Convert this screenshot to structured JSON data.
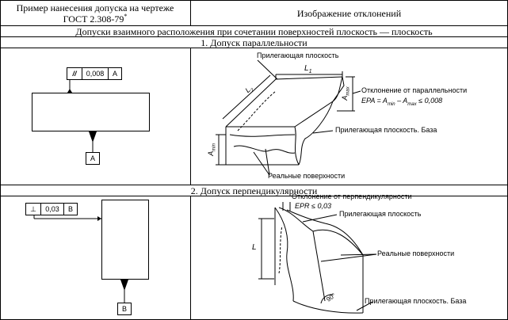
{
  "header": {
    "left_line1": "Пример нанесения допуска на чертеже",
    "left_line2": "ГОСТ 2.308-79",
    "left_sup": "*",
    "right": "Изображение отклонений"
  },
  "group_title": "Допуски взаимного расположения при сочетании поверхностей плоскость — плоскость",
  "section1": {
    "title": "1. Допуск параллельности",
    "frame": {
      "symbol": "//",
      "value": "0,008",
      "datum": "A"
    },
    "datum_label": "A",
    "labels": {
      "adjoining_plane": "Прилегающая плоскость",
      "length": "L",
      "length_sub": "1",
      "deviation": "Отклонение от параллельности",
      "formula": "EPA = A",
      "formula_min": "min",
      "formula_mid": " – A",
      "formula_max": "max",
      "formula_end": " ≤ 0,008",
      "base": "Прилегающая плоскость. База",
      "real": "Реальные поверхности",
      "a_max": "A",
      "a_max_sub": "max",
      "a_min": "A",
      "a_min_sub": "min",
      "l_diag": "L",
      "l_diag_sub": "2"
    }
  },
  "section2": {
    "title": "2. Допуск перпендикулярности",
    "frame": {
      "symbol": "⊥",
      "value": "0,03",
      "datum": "B"
    },
    "datum_label": "B",
    "labels": {
      "deviation": "Отклонение от перпендикулярности",
      "formula": "EPR ≤ 0,03",
      "adjoining_plane": "Прилегающая плоскость",
      "real": "Реальные поверхности",
      "length": "L",
      "angle": "90°",
      "base": "Прилегающая плоскость. База"
    }
  }
}
